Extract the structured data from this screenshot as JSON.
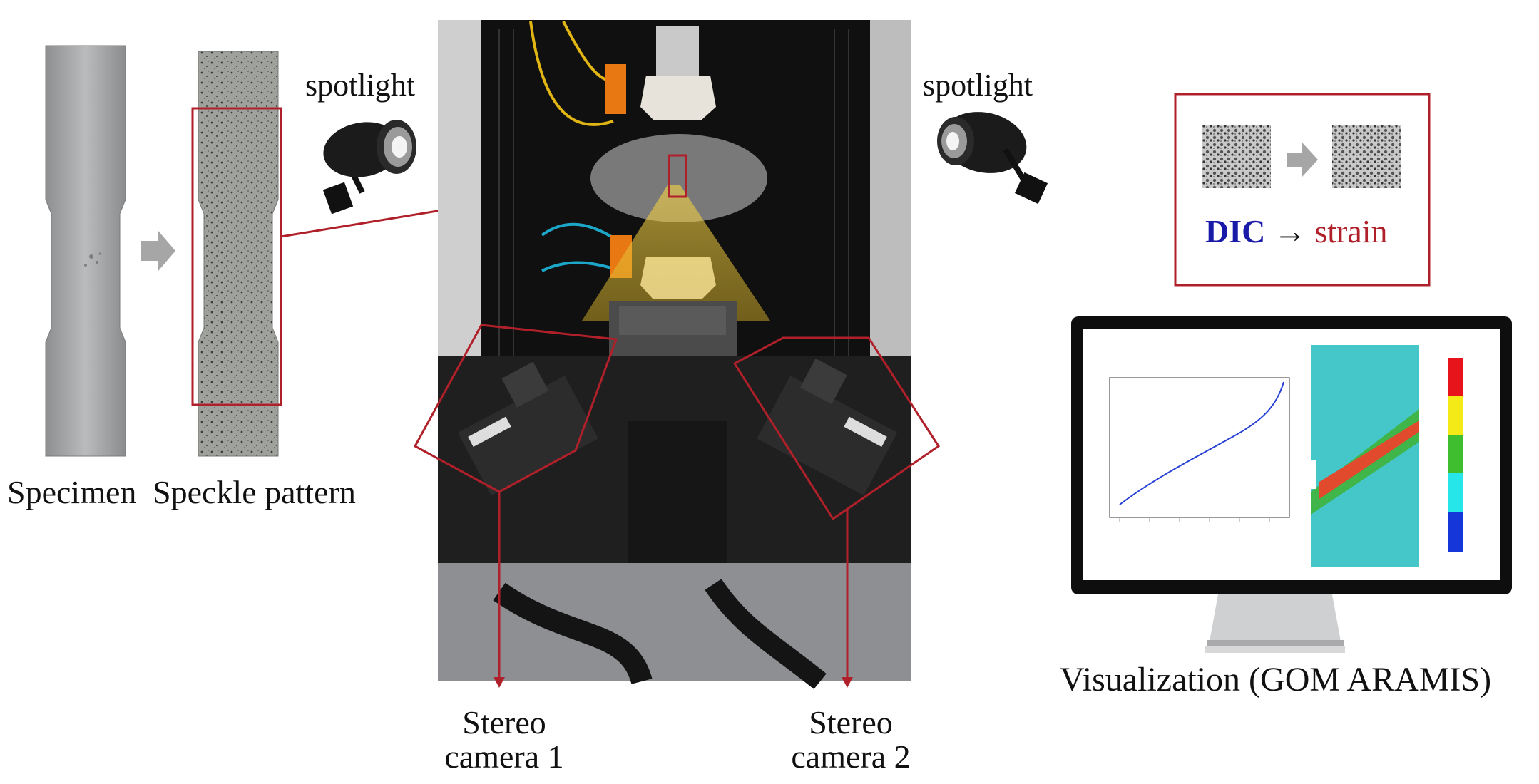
{
  "labels": {
    "specimen": "Specimen",
    "speckle": "Speckle pattern",
    "spotlight_left": "spotlight",
    "spotlight_right": "spotlight",
    "dic": "DIC",
    "arrow": "→",
    "strain": "strain",
    "stereo1_line1": "Stereo",
    "stereo1_line2": "camera 1",
    "stereo2_line1": "Stereo",
    "stereo2_line2": "camera 2",
    "visualization": "Visualization (GOM ARAMIS)"
  },
  "colors": {
    "callout_red": "#b0202a",
    "dic_blue": "#1a1aa8",
    "strain_red": "#b0202a",
    "arrow_gray": "#a6a6a6"
  },
  "legend_colors": [
    "#e8141b",
    "#f3ea17",
    "#3fbf2f",
    "#27e6e9",
    "#1536d8"
  ],
  "icons": [
    "spotlight-icon",
    "monitor-icon",
    "right-arrow-icon"
  ]
}
